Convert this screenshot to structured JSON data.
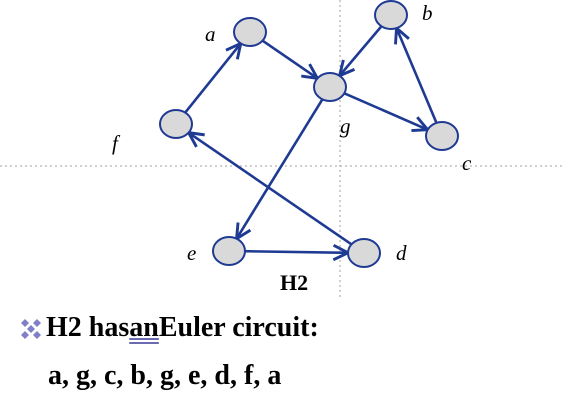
{
  "graph": {
    "title": "H2",
    "nodes": [
      {
        "id": "a",
        "label": "a"
      },
      {
        "id": "b",
        "label": "b"
      },
      {
        "id": "g",
        "label": "g"
      },
      {
        "id": "c",
        "label": "c"
      },
      {
        "id": "f",
        "label": "f"
      },
      {
        "id": "e",
        "label": "e"
      },
      {
        "id": "d",
        "label": "d"
      }
    ],
    "edges": [
      {
        "from": "a",
        "to": "g"
      },
      {
        "from": "g",
        "to": "c"
      },
      {
        "from": "c",
        "to": "b"
      },
      {
        "from": "b",
        "to": "g"
      },
      {
        "from": "g",
        "to": "e"
      },
      {
        "from": "e",
        "to": "d"
      },
      {
        "from": "d",
        "to": "f"
      },
      {
        "from": "f",
        "to": "a"
      }
    ]
  },
  "text": {
    "bullet_prefix": "H2 has ",
    "bullet_emph": "an",
    "bullet_suffix": " Euler circuit:",
    "sequence": "a, g, c, b, g, e, d, f, a"
  },
  "colors": {
    "edge": "#1f3a93",
    "node_fill": "#d9d9d9",
    "node_stroke": "#1f3a93",
    "guide": "#a0a0a0",
    "bullet": "#8080c8"
  }
}
